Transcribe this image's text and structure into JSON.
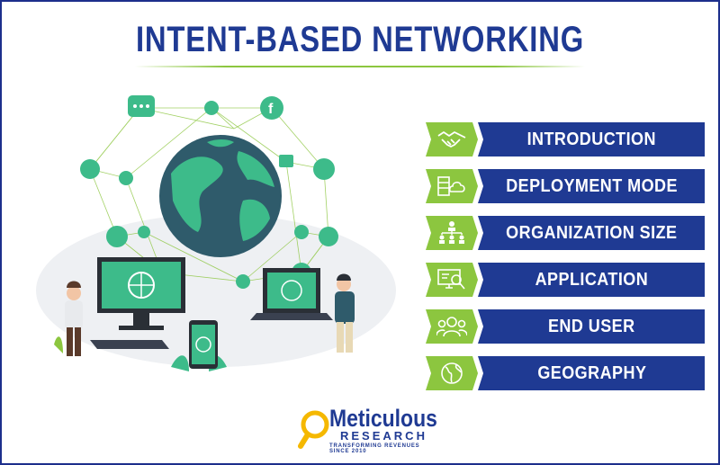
{
  "title": "INTENT-BASED NETWORKING",
  "colors": {
    "navy": "#1f3a93",
    "green": "#8cc63f",
    "globe_ocean": "#2f5b6b",
    "globe_land": "#3dbb8a"
  },
  "menu": [
    {
      "label": "INTRODUCTION",
      "icon": "handshake-icon"
    },
    {
      "label": "DEPLOYMENT MODE",
      "icon": "server-cloud-icon"
    },
    {
      "label": "ORGANIZATION SIZE",
      "icon": "org-chart-icon"
    },
    {
      "label": "APPLICATION",
      "icon": "monitor-search-icon"
    },
    {
      "label": "END USER",
      "icon": "users-icon"
    },
    {
      "label": "GEOGRAPHY",
      "icon": "globe-icon"
    }
  ],
  "logo": {
    "brand": "Meticulous",
    "sub": "RESEARCH",
    "tagline": "TRANSFORMING REVENUES SINCE 2010"
  }
}
